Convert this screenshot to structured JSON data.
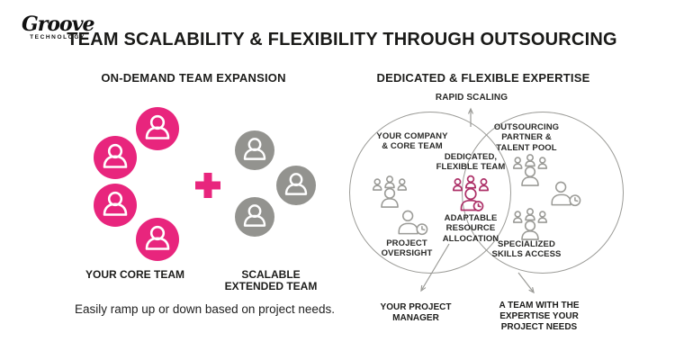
{
  "brand": {
    "name": "Groove",
    "sub": "TECHNOLOGY"
  },
  "title": "TEAM SCALABILITY & FLEXIBILITY THROUGH OUTSOURCING",
  "left_panel": {
    "heading": "ON-DEMAND TEAM EXPANSION",
    "core_team": {
      "label": "YOUR CORE TEAM",
      "member_count": 4,
      "color": "#E8257D"
    },
    "extended_team": {
      "label": "SCALABLE\nEXTENDED TEAM",
      "member_count": 3,
      "color": "#93938F"
    },
    "caption": "Easily ramp up or down based on project needs."
  },
  "right_panel": {
    "heading": "DEDICATED & FLEXIBLE EXPERTISE",
    "rapid_scaling_label": "RAPID SCALING",
    "venn": {
      "left_circle_title": "YOUR COMPANY\n& CORE TEAM",
      "left_circle_bottom": "PROJECT\nOVERSIGHT",
      "center_title": "DEDICATED,\nFLEXIBLE TEAM",
      "center_bottom": "ADAPTABLE\nRESOURCE\nALLOCATION",
      "right_circle_title": "OUTSOURCING\nPARTNER &\nTALENT POOL",
      "right_circle_bottom": "SPECIALIZED\nSKILLS ACCESS"
    },
    "callout_left": "YOUR PROJECT\nMANAGER",
    "callout_right": "A TEAM WITH THE\nEXPERTISE YOUR\nPROJECT NEEDS"
  },
  "icons": {
    "member": "person-icon",
    "group": "team-icon",
    "allocation": "person-clock-icon",
    "add": "plus-icon",
    "pointer": "arrow-icon"
  },
  "colors": {
    "brand_pink": "#E8257D",
    "extended_gray": "#93938F",
    "outline_gray": "#9B9B97",
    "center_icon_pink": "#AD3168",
    "ink": "#1D1D1B"
  }
}
